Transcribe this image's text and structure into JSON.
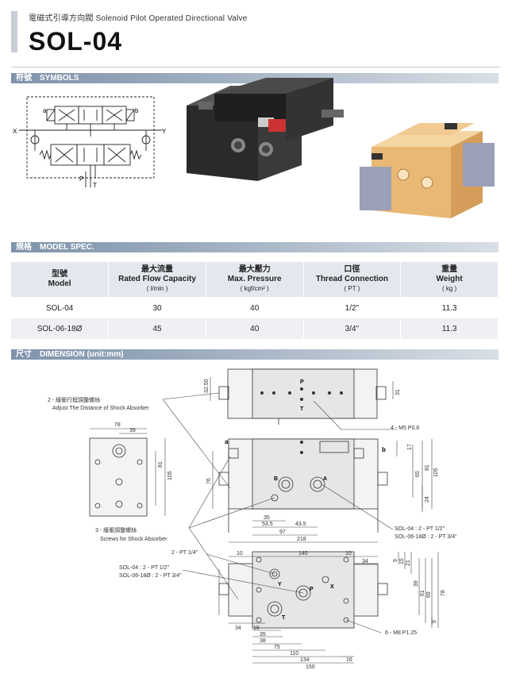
{
  "header": {
    "subtitle": "電磁式引導方向閥   Solenoid Pilot Operated Directional Valve",
    "title": "SOL-04"
  },
  "sections": {
    "symbols": {
      "zh": "符號",
      "en": "SYMBOLS"
    },
    "model_spec": {
      "zh": "規格",
      "en": "MODEL SPEC."
    },
    "dimension": {
      "zh": "尺寸",
      "en": "DIMENSION (unit:mm)"
    }
  },
  "symbol_labels": {
    "a": "a",
    "b": "b",
    "x": "X",
    "y": "Y",
    "p": "P",
    "t": "T"
  },
  "spec_table": {
    "headers": [
      {
        "zh": "型號",
        "en": "Model",
        "unit": ""
      },
      {
        "zh": "最大流量",
        "en": "Rated Flow Capacity",
        "unit": "( l/min )"
      },
      {
        "zh": "最大壓力",
        "en": "Max. Pressure",
        "unit": "( kgf/cm² )"
      },
      {
        "zh": "口徑",
        "en": "Thread Connection",
        "unit": "( PT )"
      },
      {
        "zh": "重量",
        "en": "Weight",
        "unit": "( kg )"
      }
    ],
    "rows": [
      [
        "SOL-04",
        "30",
        "40",
        "1/2\"",
        "11.3"
      ],
      [
        "SOL-06-18Ø",
        "45",
        "40",
        "3/4\"",
        "11.3"
      ]
    ]
  },
  "dimension": {
    "annotations": {
      "adjust_zh": "2 - 緩衝行程調整螺絲",
      "adjust_en": "Adjust The Distance of Shock Absorber",
      "screws_zh": "3 - 緩衝調整螺絲",
      "screws_en": "Screws for Shock Absorber",
      "m5": "4 - M5  P0.8",
      "port_sol04": "SOL-04 : 2 - PT 1/2\"",
      "port_sol06": "SOL-06-18Ø : 2 - PT 3/4\"",
      "pt14": "2 - PT 1/4\"",
      "bottom_sol04": "SOL-04 : 2 - PT 1/2\"",
      "bottom_sol06": "SOL-06-18Ø : 2 - PT 3/4\"",
      "m8": "6 - M8  P1.25"
    },
    "port_letters": {
      "p": "P",
      "t": "T",
      "a": "A",
      "b": "B",
      "x": "X",
      "y": "Y",
      "sa": "a",
      "sb": "b"
    },
    "dims_top": {
      "d32_50": "32.50",
      "d31": "31"
    },
    "dims_side": {
      "d78": "78",
      "d39": "39",
      "d81": "81",
      "d105": "105"
    },
    "dims_front": {
      "d76": "76",
      "d17": "17",
      "d65": "65",
      "d81": "81",
      "d105": "105",
      "d24": "24",
      "d35": "35",
      "d53_5": "53.5",
      "d43_5": "43.5",
      "d97": "97",
      "d218": "218"
    },
    "dims_bottom": {
      "d10a": "10",
      "d140": "140",
      "d10b": "10",
      "d34a": "34",
      "d9a": "9",
      "d15": "15",
      "d21": "21",
      "d39": "39",
      "d61": "61",
      "d69": "69",
      "d78": "78",
      "d9b": "9",
      "d34b": "34",
      "d16a": "16",
      "d35": "35",
      "d38": "38",
      "d75": "75",
      "d110": "110",
      "d134": "134",
      "d150": "150",
      "d16b": "16"
    }
  }
}
